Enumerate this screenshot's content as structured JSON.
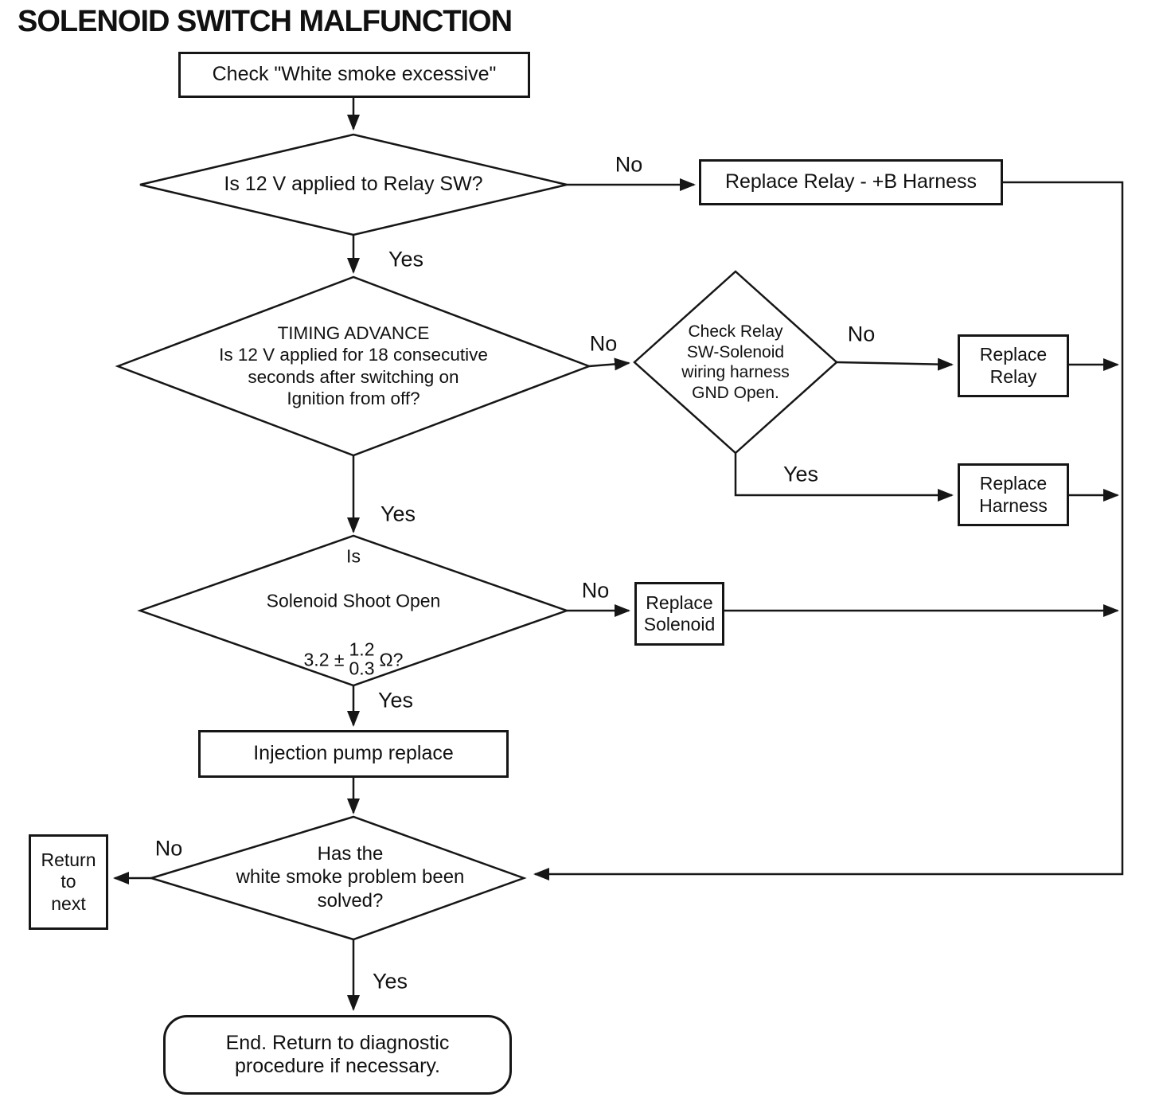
{
  "title": "SOLENOID SWITCH MALFUNCTION",
  "colors": {
    "ink": "#161616",
    "background": "#ffffff"
  },
  "nodes": {
    "start": {
      "label": "Check \"White smoke excessive\""
    },
    "d1": {
      "label": "Is 12 V applied to Relay SW?"
    },
    "replace_relay_b_harness": {
      "label": "Replace Relay - +B Harness"
    },
    "d2": {
      "label": "TIMING ADVANCE\nIs 12 V applied for 18 consecutive\nseconds after switching on\nIgnition from off?"
    },
    "d_check_relay": {
      "label": "Check Relay\nSW-Solenoid\nwiring harness\nGND Open."
    },
    "replace_relay": {
      "label": "Replace\nRelay"
    },
    "replace_harness": {
      "label": "Replace\nHarness"
    },
    "d3": {
      "line1": "Is",
      "line2": "Solenoid Shoot Open",
      "value": "3.2 ±",
      "tol_upper": "1.2",
      "tol_lower": "0.3",
      "unit": "Ω?"
    },
    "replace_solenoid": {
      "label": "Replace\nSolenoid"
    },
    "injection": {
      "label": "Injection pump replace"
    },
    "d4": {
      "label": "Has the\nwhite smoke problem been\nsolved?"
    },
    "return_next": {
      "label": "Return\nto\nnext"
    },
    "end": {
      "label": "End. Return to diagnostic\nprocedure if necessary."
    }
  },
  "edge_labels": {
    "d1_no": "No",
    "d1_yes": "Yes",
    "d2_no": "No",
    "d2_yes": "Yes",
    "check_no": "No",
    "check_yes": "Yes",
    "d3_no": "No",
    "d3_yes": "Yes",
    "d4_no": "No",
    "d4_yes": "Yes"
  }
}
